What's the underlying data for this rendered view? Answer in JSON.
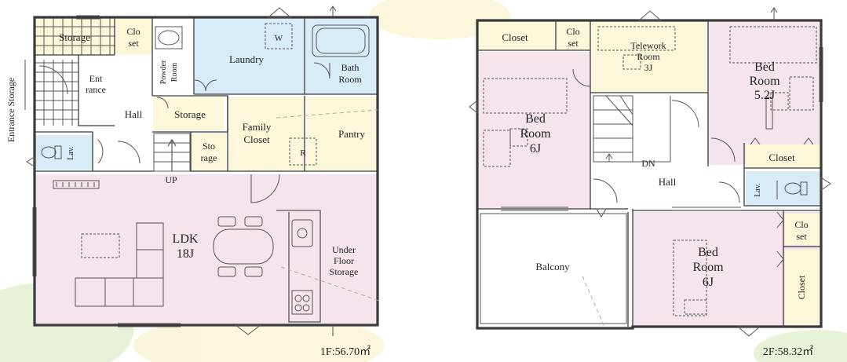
{
  "colors": {
    "pink": "#f5e4ee",
    "yellow": "#fdf7d9",
    "blue": "#d8ecf7",
    "white": "#ffffff",
    "wall": "#3a3a3a",
    "background_yellow": "#f3e69a",
    "background_green": "#b9d98c"
  },
  "floor1": {
    "area_label": "1F:56.70㎡",
    "rooms": {
      "storage_top": "Storage",
      "closet": [
        "Clo",
        "set"
      ],
      "powder_room": [
        "Powder",
        "Room"
      ],
      "laundry": "Laundry",
      "washer_mark": "W",
      "bath_room": [
        "Bath",
        "Room"
      ],
      "entrance": [
        "Ent",
        "rance"
      ],
      "entrance_storage": "Entrance Storage",
      "hall": "Hall",
      "storage_mid": "Storage",
      "family_closet": [
        "Family",
        "Closet"
      ],
      "pantry": "Pantry",
      "refrigerator_mark": "R",
      "lavatory": "Lav.",
      "storage_small": [
        "Sto",
        "rage"
      ],
      "up": "UP",
      "ldk": [
        "LDK",
        "18J"
      ],
      "under_floor_storage": [
        "Under",
        "Floor",
        "Storage"
      ]
    }
  },
  "floor2": {
    "area_label": "2F:58.32㎡",
    "rooms": {
      "closet_top_left": "Closet",
      "closet_small": [
        "Clo",
        "set"
      ],
      "telework_room": [
        "Telework",
        "Room",
        "3J"
      ],
      "bed_room_right": [
        "Bed",
        "Room",
        "5.2J"
      ],
      "bed_room_left": [
        "Bed",
        "Room",
        "6J"
      ],
      "dn": "DN",
      "hall": "Hall",
      "closet_right": "Closet",
      "lavatory": "Lav.",
      "balcony": "Balcony",
      "bed_room_bottom": [
        "Bed",
        "Room",
        "6J"
      ],
      "closet_bottom_small": [
        "Clo",
        "set"
      ],
      "closet_vertical": "Closet"
    }
  }
}
